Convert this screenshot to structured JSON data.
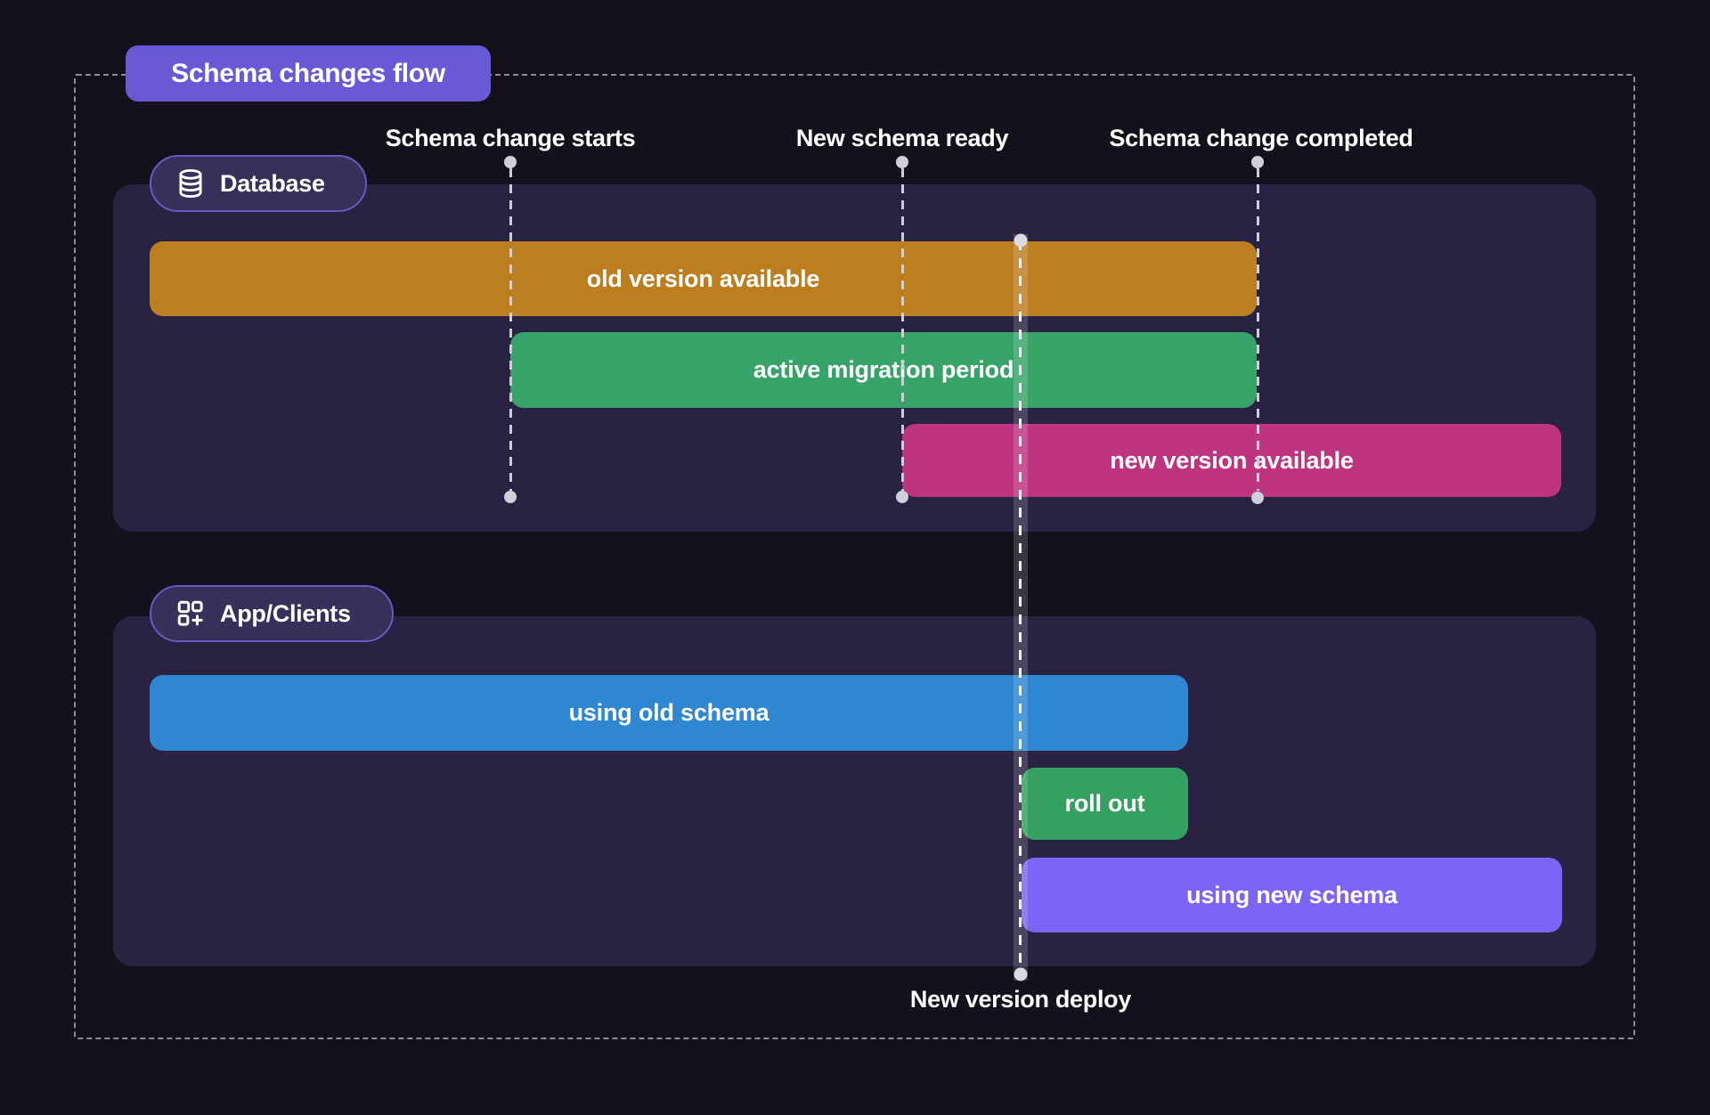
{
  "title_badge": {
    "label": "Schema changes flow"
  },
  "milestones": [
    {
      "label": "Schema change starts"
    },
    {
      "label": "New schema ready"
    },
    {
      "label": "Schema change completed"
    }
  ],
  "deploy_marker": {
    "label": "New version deploy"
  },
  "sections": [
    {
      "label": "Database",
      "icon": "database-icon",
      "bars": [
        {
          "label": "old version available",
          "color": "#bd7e20"
        },
        {
          "label": "active migration period",
          "color": "#38a369"
        },
        {
          "label": "new version available",
          "color": "#be3480"
        }
      ]
    },
    {
      "label": "App/Clients",
      "icon": "grid-plus-icon",
      "bars": [
        {
          "label": "using old schema",
          "color": "#2f86d1"
        },
        {
          "label": "roll out",
          "color": "#34a160"
        },
        {
          "label": "using new schema",
          "color": "#7c65f4"
        }
      ]
    }
  ],
  "colors": {
    "background": "#14111d",
    "panel": "#2a2243",
    "title_badge": "#6859d6",
    "section_badge_fill": "#382f5a",
    "section_badge_border": "#675ac4",
    "guide_line": "#cdced8",
    "frame_border": "#8c8c97",
    "text": "#ffffff"
  }
}
